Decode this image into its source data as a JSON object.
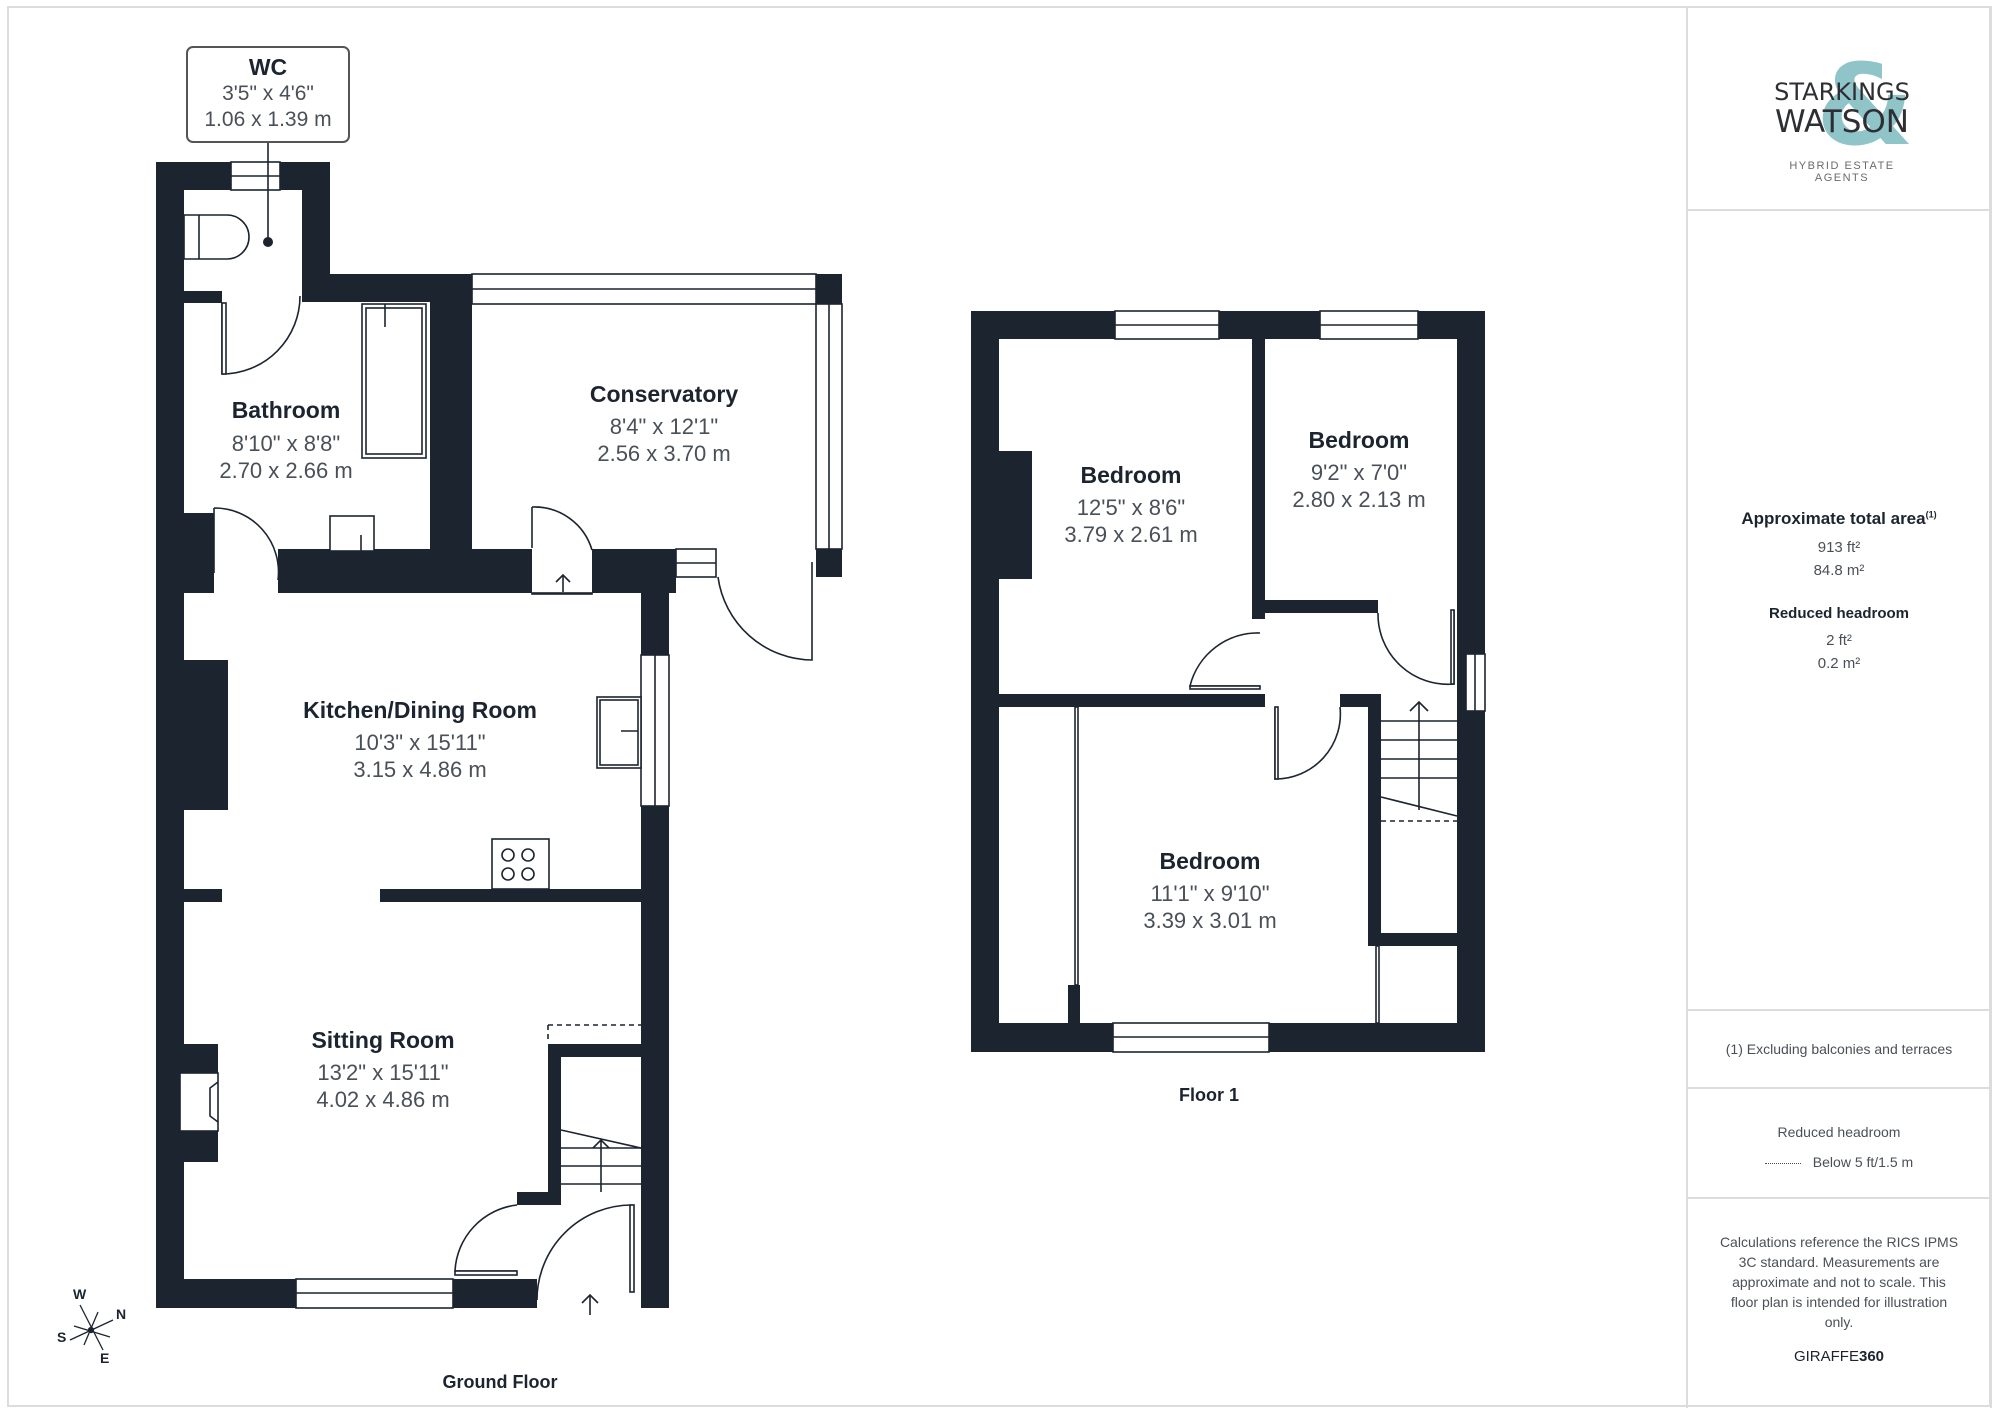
{
  "ground_floor": {
    "label": "Ground Floor",
    "rooms": {
      "wc": {
        "name": "WC",
        "imperial": "3'5\" x 4'6\"",
        "metric": "1.06 x 1.39 m"
      },
      "bathroom": {
        "name": "Bathroom",
        "imperial": "8'10\" x 8'8\"",
        "metric": "2.70 x 2.66 m"
      },
      "conservatory": {
        "name": "Conservatory",
        "imperial": "8'4\" x 12'1\"",
        "metric": "2.56 x 3.70 m"
      },
      "kitchen": {
        "name": "Kitchen/Dining Room",
        "imperial": "10'3\" x 15'11\"",
        "metric": "3.15 x 4.86 m"
      },
      "sitting": {
        "name": "Sitting Room",
        "imperial": "13'2\" x 15'11\"",
        "metric": "4.02 x 4.86 m"
      }
    },
    "compass": {
      "w": "W",
      "n": "N",
      "s": "S",
      "e": "E"
    }
  },
  "floor_1": {
    "label": "Floor 1",
    "rooms": {
      "bedroom1": {
        "name": "Bedroom",
        "imperial": "12'5\" x 8'6\"",
        "metric": "3.79 x 2.61 m"
      },
      "bedroom2": {
        "name": "Bedroom",
        "imperial": "9'2\" x 7'0\"",
        "metric": "2.80 x 2.13 m"
      },
      "bedroom3": {
        "name": "Bedroom",
        "imperial": "11'1\" x 9'10\"",
        "metric": "3.39 x 3.01 m"
      }
    }
  },
  "sidebar": {
    "logo": {
      "line1": "STARKINGS",
      "line2": "WATSON",
      "ampersand": "&",
      "tagline": "HYBRID ESTATE AGENTS"
    },
    "area": {
      "title": "Approximate total area",
      "footnote_mark": "(1)",
      "sqft": "913 ft²",
      "sqm": "84.8 m²",
      "reduced_title": "Reduced headroom",
      "reduced_sqft": "2 ft²",
      "reduced_sqm": "0.2 m²"
    },
    "footnote": "(1) Excluding balconies and terraces",
    "legend": {
      "title": "Reduced headroom",
      "item": "Below 5 ft/1.5 m"
    },
    "disclaimer": "Calculations reference the RICS IPMS 3C standard. Measurements are approximate and not to scale. This floor plan is intended for illustration only.",
    "brand": {
      "prefix": "GIRAFFE",
      "suffix": "360"
    }
  },
  "colors": {
    "wall": "#1c2430",
    "accent": "#8fc4c9",
    "border": "#dcdcdc",
    "text_muted": "#4a5058"
  }
}
